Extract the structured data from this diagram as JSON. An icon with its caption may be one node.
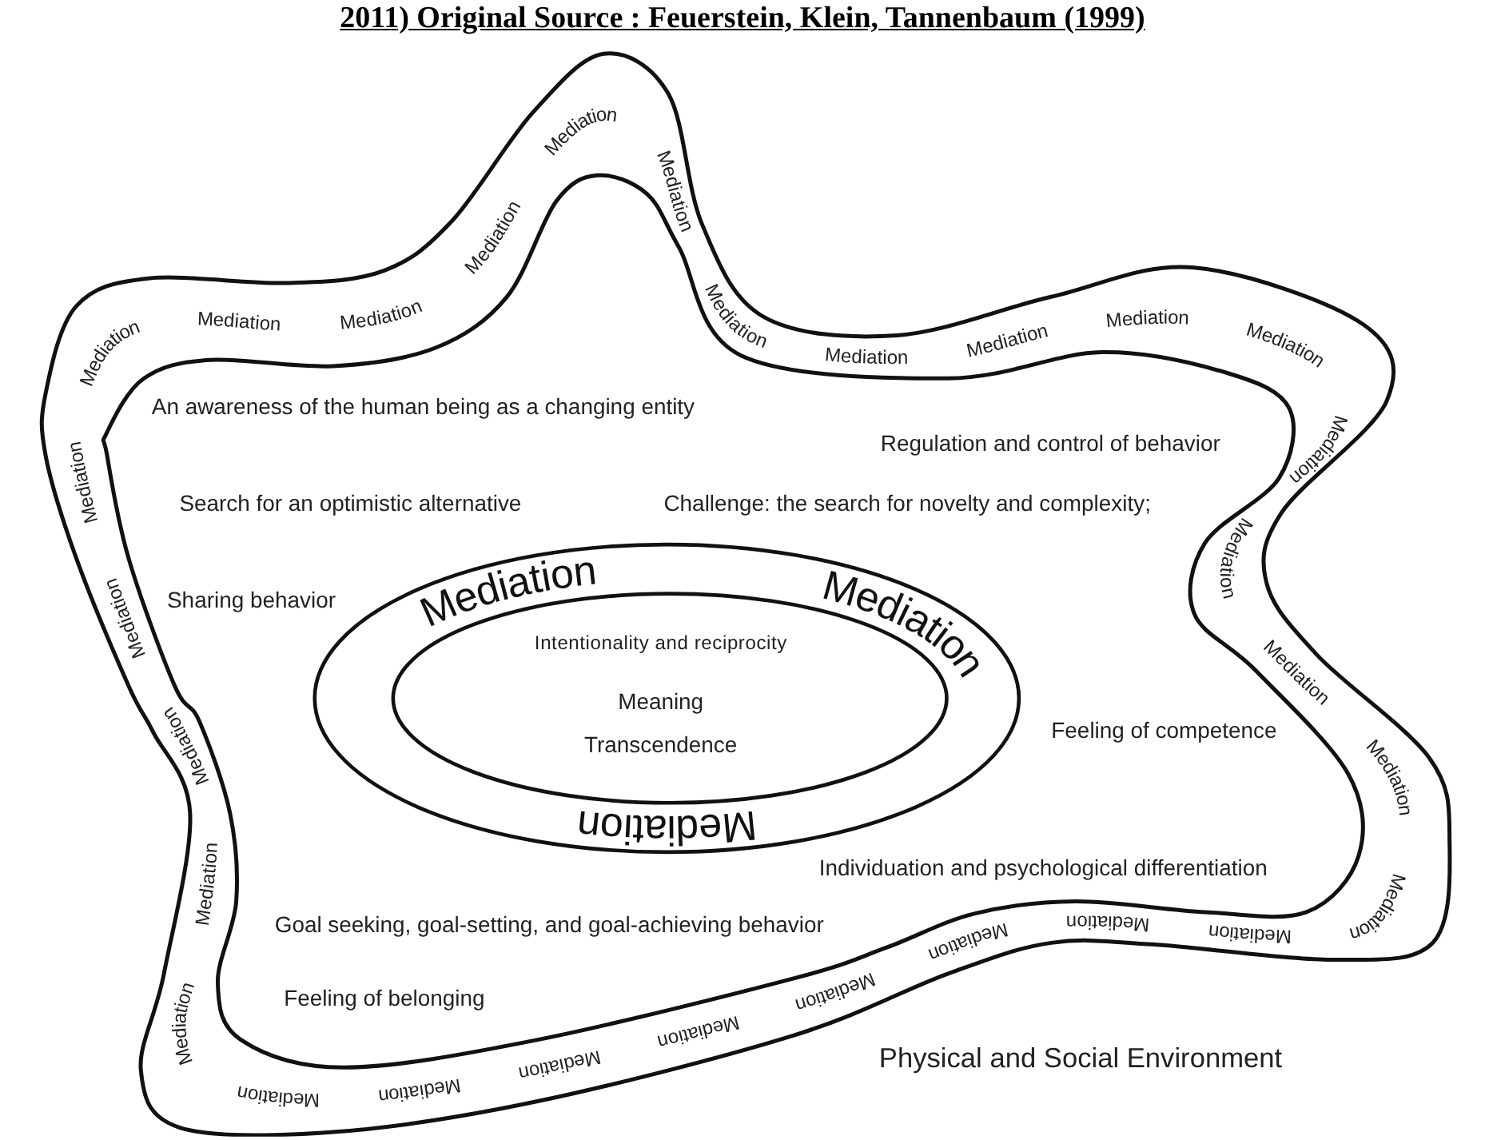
{
  "diagram": {
    "title": "2011) Original Source : Feuerstein, Klein, Tannenbaum (1999)",
    "nodes": [
      {
        "text": [
          "Mediation",
          "Mediation",
          "Mediation",
          "Mediation",
          "Mediation",
          "Mediation",
          "Mediation",
          "Mediation",
          "Mediation",
          "Mediation",
          "Mediation",
          "Mediation",
          "Mediation",
          "Mediation",
          "Mediation",
          "Mediation",
          "Mediation",
          "Mediation",
          "Mediation",
          "Mediation",
          "Mediation",
          "Mediation",
          "Mediation",
          "Mediation",
          "Mediation",
          "Mediation",
          "Mediation",
          "Mediation",
          "Mediation"
        ]
      },
      {
        "text": [
          "Mediation",
          "Mediation",
          "Mediation"
        ],
        "in": 0
      },
      {
        "text": [
          "Intentionality and reciprocity",
          "Meaning",
          "Transcendence"
        ],
        "in": 1
      }
    ],
    "edges": [],
    "labels": [
      "An awareness of the human being as a changing entity",
      "Regulation and control of behavior",
      "Search for an optimistic alternative",
      "Challenge: the search for novelty and complexity;",
      "Sharing behavior",
      "Feeling of competence",
      "Individuation and psychological differentiation",
      "Goal seeking, goal-setting, and goal-achieving behavior",
      "Feeling of belonging",
      "Physical and Social Environment"
    ]
  }
}
